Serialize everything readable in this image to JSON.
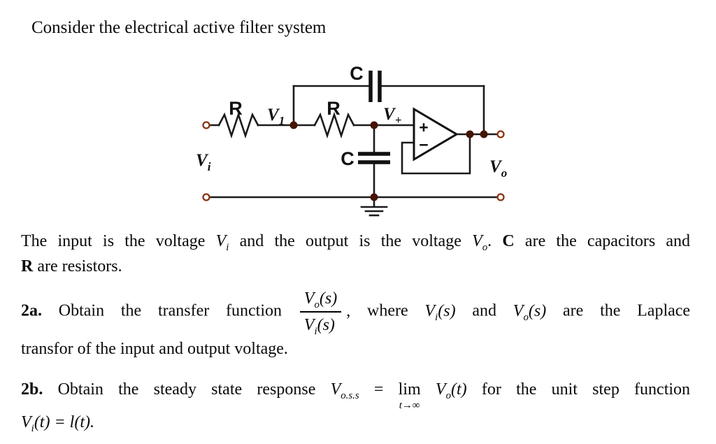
{
  "title": "Consider the electrical active filter system",
  "circuit": {
    "labels": {
      "r1": "R",
      "r2": "R",
      "c_top": "C",
      "c_mid": "C",
      "v1": {
        "base": "V",
        "sub": "1"
      },
      "vplus": {
        "base": "V",
        "sub": "+"
      },
      "vin": {
        "base": "V",
        "sub": "i"
      },
      "vout": {
        "base": "V",
        "sub": "o"
      },
      "opamp_plus": "+",
      "opamp_minus": "−"
    },
    "colors": {
      "wire": "#1b1b1b",
      "node_fill": "#451404",
      "terminal_stroke": "#8a3414"
    }
  },
  "description": {
    "t1": "The input is the voltage",
    "vi": {
      "base": "V",
      "sub": "i"
    },
    "t2": "and the output is the voltage",
    "vo": {
      "base": "V",
      "sub": "o"
    },
    "period": ".",
    "c_bold": "C",
    "t3": "are the capacitors and",
    "r_bold": "R",
    "t4": "are resistors."
  },
  "problem_2a": {
    "num": "2a.",
    "t1": "Obtain the transfer function",
    "frac": {
      "num_base": "V",
      "num_sub": "o",
      "num_arg": "(s)",
      "den_base": "V",
      "den_sub": "i",
      "den_arg": "(s)"
    },
    "comma": ",",
    "t2": "where",
    "vis": {
      "base": "V",
      "sub": "i",
      "arg": "(s)"
    },
    "t3": "and",
    "vos": {
      "base": "V",
      "sub": "o",
      "arg": "(s)"
    },
    "t4": "are the Laplace",
    "line2": "transfor of the input and output voltage."
  },
  "problem_2b": {
    "num": "2b.",
    "t1": "Obtain the steady state response",
    "voss": {
      "base": "V",
      "sub": "o.s.s"
    },
    "equals": "=",
    "lim": {
      "word": "lim",
      "sub": "t→∞"
    },
    "vot": {
      "base": "V",
      "sub": "o",
      "arg": "(t)"
    },
    "t2": "for the unit step function",
    "line2": {
      "base": "V",
      "sub": "i",
      "arg": "(t) = l(t)."
    }
  }
}
